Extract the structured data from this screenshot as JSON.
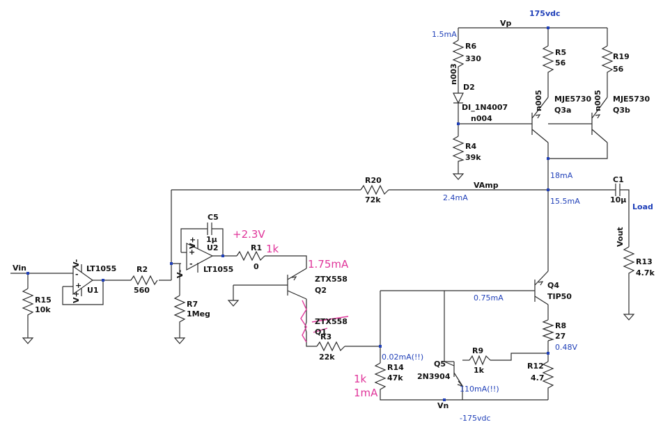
{
  "colors": {
    "wire": "#2a2a2a",
    "junction": "#1f3fb8",
    "annotation": "#1f3fb8",
    "markup": "#e0359a"
  },
  "nets": {
    "vin": "Vin",
    "vp": "Vp",
    "vamp": "VAmp",
    "vn": "Vn",
    "vout": "Vout",
    "load": "Load",
    "n003": "n003",
    "n004": "n004",
    "n005a": "n005",
    "n005b": "n005"
  },
  "supplies": {
    "pos": "175vdc",
    "neg": "-175vdc"
  },
  "opamps": [
    {
      "ref": "U1",
      "model": "LT1055",
      "vplus": "V+",
      "vminus": "V-",
      "inplus": "+",
      "inminus": "-"
    },
    {
      "ref": "U2",
      "model": "LT1055",
      "vplus": "V+",
      "vminus": "V-",
      "inplus": "+",
      "inminus": "-"
    }
  ],
  "resistors": [
    {
      "ref": "R15",
      "value": "10k"
    },
    {
      "ref": "R2",
      "value": "560"
    },
    {
      "ref": "R7",
      "value": "1Meg"
    },
    {
      "ref": "R1",
      "value": "0"
    },
    {
      "ref": "R20",
      "value": "72k"
    },
    {
      "ref": "R3",
      "value": "22k"
    },
    {
      "ref": "R14",
      "value": "47k"
    },
    {
      "ref": "R9",
      "value": "1k"
    },
    {
      "ref": "R8",
      "value": "27"
    },
    {
      "ref": "R12",
      "value": "4.7"
    },
    {
      "ref": "R4",
      "value": "39k"
    },
    {
      "ref": "R6",
      "value": "330"
    },
    {
      "ref": "R5",
      "value": "56"
    },
    {
      "ref": "R19",
      "value": "56"
    },
    {
      "ref": "R13",
      "value": "4.7k"
    }
  ],
  "capacitors": [
    {
      "ref": "C5",
      "value": "1µ"
    },
    {
      "ref": "C1",
      "value": "10µ"
    }
  ],
  "transistors": [
    {
      "ref": "Q2",
      "model": "ZTX558"
    },
    {
      "ref": "Q1",
      "model": "ZTX558"
    },
    {
      "ref": "Q4",
      "model": "TIP50"
    },
    {
      "ref": "Q5",
      "model": "2N3904"
    },
    {
      "ref": "Q3a",
      "model": "MJE5730"
    },
    {
      "ref": "Q3b",
      "model": "MJE5730"
    }
  ],
  "diode": {
    "ref": "D2",
    "model": "DI_1N4007"
  },
  "annotations": {
    "i_vp": "1.5mA",
    "i_18": "18mA",
    "i_155": "15.5mA",
    "i_24": "2.4mA",
    "i_075": "0.75mA",
    "v_048": "0.48V",
    "i_002": "0.02mA(!!)",
    "i_110": "110mA(!!)"
  },
  "markups": {
    "v23": "+2.3V",
    "r1k": "1k",
    "i175": "1.75mA",
    "r14a": "1k",
    "r14b": "1mA"
  }
}
